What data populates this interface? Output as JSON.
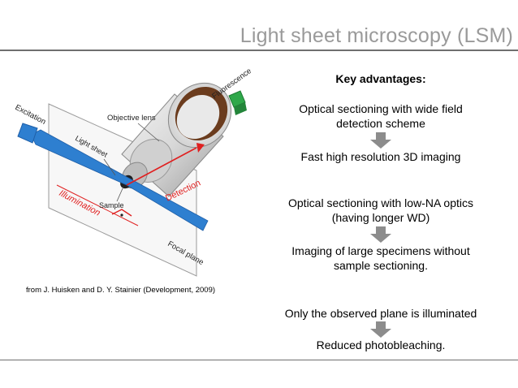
{
  "slide": {
    "title": "Light sheet microscopy (LSM)",
    "caption": "from J. Huisken and D. Y. Stainier (Development, 2009)"
  },
  "figure": {
    "labels": {
      "excitation": "Excitation",
      "fluorescence": "Fluorescence",
      "objective_lens": "Objective lens",
      "light_sheet": "Light sheet",
      "sample": "Sample",
      "detection": "Detection",
      "illumination": "Illumination",
      "focal_plane": "Focal plane"
    },
    "colors": {
      "beam": "#2e7fd0",
      "fluorescence": "#2fa84a",
      "detection": "#e02020",
      "lens_ring": "#6b3c1e"
    }
  },
  "advantages": {
    "heading": "Key advantages:",
    "lines": [
      "Optical sectioning with wide field",
      "detection scheme",
      "Fast high resolution 3D imaging",
      "Optical sectioning with low-NA optics",
      "(having longer WD)",
      "Imaging of large specimens without",
      "sample sectioning.",
      "Only the observed plane is illuminated",
      "Reduced photobleaching."
    ]
  }
}
